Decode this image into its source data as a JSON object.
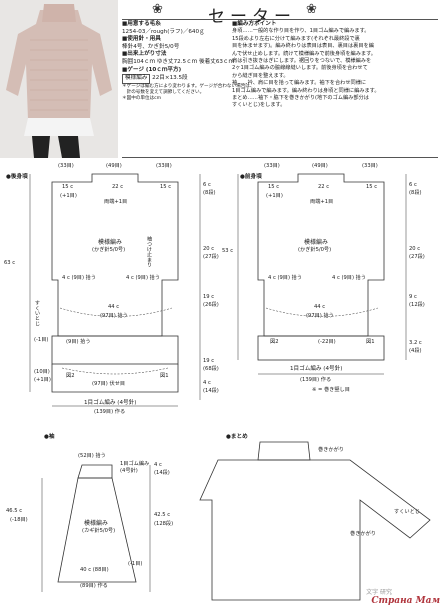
{
  "header": {
    "title": "セーター",
    "flower_left": "❀",
    "flower_right": "❀"
  },
  "materials": {
    "yarn_label": "■用意する毛糸",
    "yarn_value": "1254-03／rough(ラフ)／640ｇ",
    "tools_label": "■使用針・用具",
    "tools_value": "棒針4号、かぎ針5/0号",
    "size_label": "■出来上がり寸法",
    "size_value": "胸囲104ｃｍ ゆき丈72.5ｃｍ 後着丈63ｃｍ",
    "gauge_label": "■ゲージ (10ｃｍ平方)",
    "gauge_pattern": "模様編み",
    "gauge_value": "22目×13.5段",
    "note1": "＊ゲージは編む方により変わります。ゲージが合わない場合は、",
    "note2": "　針の号数を変えて調節してください。",
    "note3": "＊図中の単位はcm"
  },
  "points": {
    "title": "■編み方ポイント",
    "lines": [
      "身頃……一般的な作り目を作り、1目ゴム編みで編みます。",
      "15段めより左右に分けて編みます(それぞれ最終段で裏",
      "目を休ませます)。編み終わりは表目は表目、裏目は裏目を編",
      "んで伏せ止めします。続けて模様編みで前後身頃を編みます。",
      "肩は引き抜きはぎにします。裾回りをつないで、模様編みを",
      "2ヶ1目ゴム編みの脇線線縫いします。前後身頃を合わせて",
      "から縫ぎ目を整えます。",
      "袖……衿、肩に目を拾って編みます。袖下を合わせ同様に",
      "1目ゴム編みで編みます。編み終わりは身頃と同様に編みます。",
      "まとめ……袖下・脇下を巻きかがり(地下のゴム編み部分は",
      "すくいとじ)をします。"
    ]
  },
  "back": {
    "title": "●後身頃",
    "top_cm": [
      "15 c",
      "22 c",
      "15 c"
    ],
    "top_st": [
      "(33目)",
      "(49目)",
      "(33目)"
    ],
    "neck_note": "両端+1目",
    "shoulder": "(+1目)",
    "right_dims": [
      "6 c",
      "(8段)",
      "20 c",
      "(27段)",
      "19 c",
      "(26段)",
      "19 c",
      "(68段)",
      "4 c",
      "(14段)"
    ],
    "pattern": "模様編み",
    "hook": "(かぎ針5/0号)",
    "side_label": "袖つけ止まり",
    "pickups_l": "4 c (9目) 拾う",
    "pickups_r": "4 c (9目) 拾う",
    "width": "44 c",
    "width_st": "(97目) 拾う",
    "left_total": "63 c",
    "left_rows": [
      "(-1目)",
      "(10目)",
      "(+1目)"
    ],
    "ribs": [
      "図2",
      "図1"
    ],
    "cast": "(97目) 伏せ目",
    "ribbing": "1目ゴム編み (4号針)",
    "total_st": "(139目) 作る",
    "rows_9": "(9目) 拾う",
    "kakari": "すくいとじ"
  },
  "front": {
    "title": "●前身頃",
    "top_cm": [
      "15 c",
      "22 c",
      "15 c"
    ],
    "top_st": [
      "(33目)",
      "(49目)",
      "(33目)"
    ],
    "neck_note": "両端+1目",
    "shoulder": "(+1目)",
    "right_dims": [
      "6 c",
      "(8段)",
      "20 c",
      "(27段)",
      "9 c",
      "(12段)",
      "3.2 c",
      "(4段)"
    ],
    "pattern": "模様編み",
    "hook": "(かぎ針5/0号)",
    "width": "44 c",
    "width_st": "(97目) 拾う",
    "left_total": "53 c",
    "ribs": [
      "図2",
      "図1"
    ],
    "cast": "(-22目)",
    "ribbing": "1目ゴム編み (4号針)",
    "total_st": "(139目) 作る",
    "fold_note": "※ = 巻き竪し目",
    "pickups_l": "4 c (9目) 拾う",
    "pickups_r": "4 c (9目) 拾う"
  },
  "sleeve": {
    "title": "●袖",
    "top": "(52目) 拾う",
    "top_dims": [
      "1目ゴム編み",
      "(4号針)"
    ],
    "top_rows": [
      "4 c",
      "(14段)"
    ],
    "left_total": "46.5 c",
    "left_rows": "(-18目)",
    "right_total": "42.5 c",
    "right_rows": "(128段)",
    "pattern": "模様編み",
    "hook": "(カギ針5/0号)",
    "bottom": "40 c (88目)",
    "bottom2": "(89目) 作る",
    "side": "(-1目)"
  },
  "finish": {
    "title": "●まとめ",
    "label1": "巻きかがり",
    "label2": "すくいとじ",
    "label3": "巻きかがり"
  },
  "watermark": {
    "brand": "Страна Мам",
    "sub": "文字 研究"
  }
}
